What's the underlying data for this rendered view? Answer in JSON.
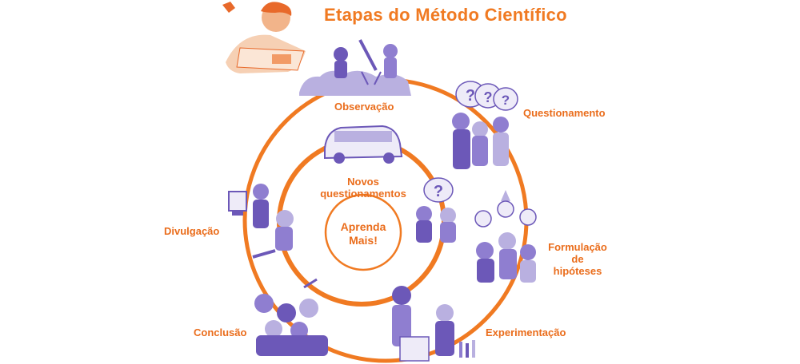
{
  "title": "Etapas do Método Científico",
  "center_label": [
    "Aprenda",
    "Mais!"
  ],
  "stages": {
    "observacao": "Observação",
    "questionamento": "Questionamento",
    "formulacao": [
      "Formulação",
      "de",
      "hipóteses"
    ],
    "experimentacao": "Experimentação",
    "conclusao": "Conclusão",
    "divulgacao": "Divulgação",
    "novos": [
      "Novos",
      "questionamentos"
    ]
  },
  "colors": {
    "accent": "#f07a22",
    "label": "#ea6d1c",
    "illustration": "#6c58b8",
    "illustration_light": "#b9b0e0"
  }
}
